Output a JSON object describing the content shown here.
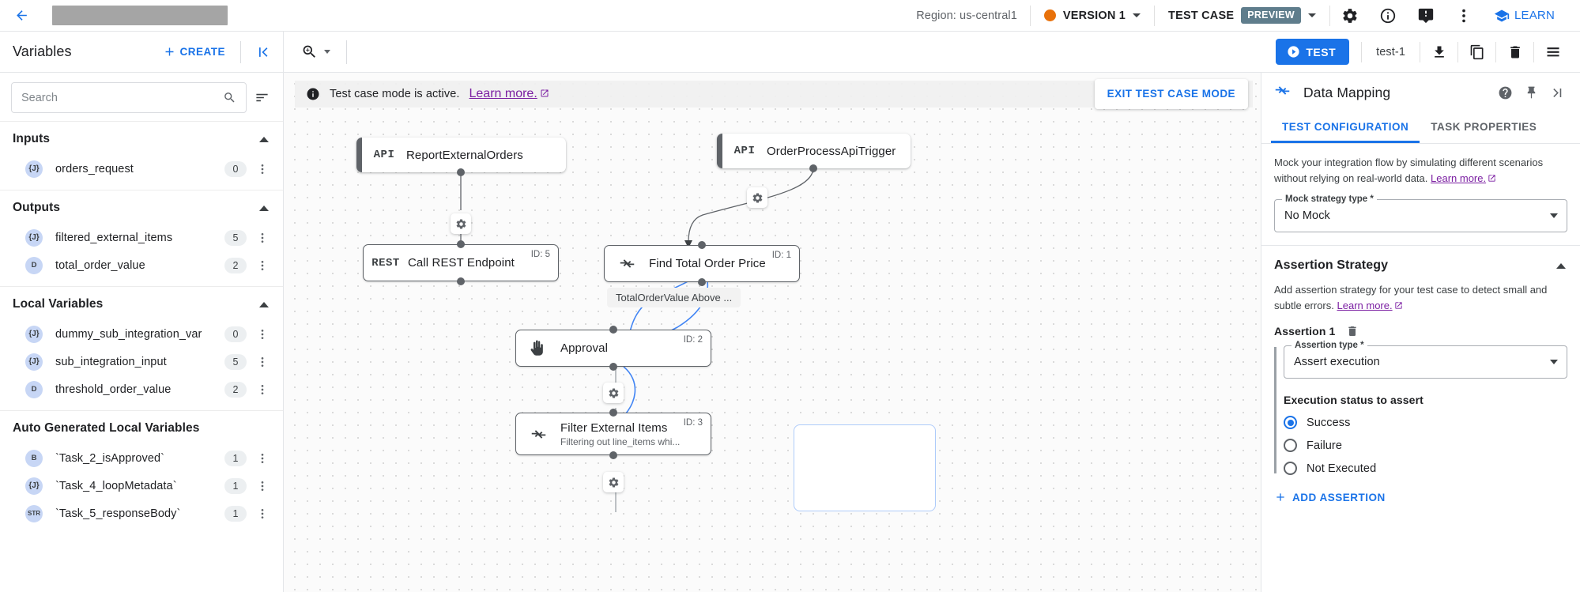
{
  "topbar": {
    "back_icon": "arrow-left-icon",
    "title_redacted": "",
    "region": "Region: us-central1",
    "version_label": "VERSION 1",
    "test_case_label": "TEST CASE",
    "preview_badge": "PREVIEW",
    "settings_icon": "gear-icon",
    "info_icon": "info-icon",
    "feedback_icon": "feedback-icon",
    "more_icon": "more-vert-icon",
    "learn_label": "LEARN",
    "version_dot_color": "#e8710a",
    "preview_badge_color": "#5f7d8c",
    "accent_color": "#1a73e8"
  },
  "subbar": {
    "variables_title": "Variables",
    "create_label": "CREATE",
    "collapse_icon": "collapse-panel-icon",
    "zoom_icon": "zoom-in-icon",
    "test_label": "TEST",
    "test_case_name": "test-1",
    "download_icon": "download-icon",
    "copy_icon": "copy-icon",
    "delete_icon": "trash-icon",
    "list_icon": "list-icon"
  },
  "sidebar": {
    "search": {
      "placeholder": "Search",
      "value": ""
    },
    "filter_icon": "filter-sort-icon",
    "sections": [
      {
        "title": "Inputs",
        "expanded": true,
        "items": [
          {
            "badge": "{J}",
            "badge_type": "json",
            "name": "orders_request",
            "count": "0"
          }
        ]
      },
      {
        "title": "Outputs",
        "expanded": true,
        "items": [
          {
            "badge": "{J}",
            "badge_type": "json",
            "name": "filtered_external_items",
            "count": "5"
          },
          {
            "badge": "D",
            "badge_type": "double",
            "name": "total_order_value",
            "count": "2"
          }
        ]
      },
      {
        "title": "Local Variables",
        "expanded": true,
        "items": [
          {
            "badge": "{J}",
            "badge_type": "json",
            "name": "dummy_sub_integration_var",
            "count": "0"
          },
          {
            "badge": "{J}",
            "badge_type": "json",
            "name": "sub_integration_input",
            "count": "5"
          },
          {
            "badge": "D",
            "badge_type": "double",
            "name": "threshold_order_value",
            "count": "2"
          }
        ]
      },
      {
        "title": "Auto Generated Local Variables",
        "expanded": false,
        "items": [
          {
            "badge": "B",
            "badge_type": "boolean",
            "name": "`Task_2_isApproved`",
            "count": "1"
          },
          {
            "badge": "{J}",
            "badge_type": "json",
            "name": "`Task_4_loopMetadata`",
            "count": "1"
          },
          {
            "badge": "STR",
            "badge_type": "string",
            "name": "`Task_5_responseBody`",
            "count": "1"
          }
        ]
      }
    ]
  },
  "canvas": {
    "banner": {
      "info_icon": "info-filled-icon",
      "text": "Test case mode is active.",
      "link_text": "Learn more.",
      "external_icon": "external-link-icon"
    },
    "exit_button": "EXIT TEST CASE MODE",
    "nodes": [
      {
        "kind": "trigger",
        "icon": "api-icon",
        "icon_text": "API",
        "label": "ReportExternalOrders",
        "sublabel": "",
        "id_text": ""
      },
      {
        "kind": "trigger",
        "icon": "api-icon",
        "icon_text": "API",
        "label": "OrderProcessApiTrigger",
        "sublabel": "",
        "id_text": ""
      },
      {
        "kind": "task",
        "icon": "rest-icon",
        "icon_text": "REST",
        "label": "Call REST Endpoint",
        "sublabel": "",
        "id_text": "ID: 5"
      },
      {
        "kind": "task",
        "icon": "data-mapping-icon",
        "icon_text": "",
        "label": "Find Total Order Price",
        "sublabel": "",
        "id_text": "ID: 1"
      },
      {
        "kind": "task",
        "icon": "approval-hand-icon",
        "icon_text": "",
        "label": "Approval",
        "sublabel": "",
        "id_text": "ID: 2"
      },
      {
        "kind": "task",
        "icon": "data-mapping-icon",
        "icon_text": "",
        "label": "Filter External Items",
        "sublabel": "Filtering out line_items whi...",
        "id_text": "ID: 3"
      }
    ],
    "edge_label": "TotalOrderValue Above ...",
    "gear_icon": "gear-edge-icon"
  },
  "right_panel": {
    "icon": "data-mapping-icon",
    "title": "Data Mapping",
    "help_icon": "help-circle-icon",
    "pin_icon": "pin-icon",
    "expand_icon": "expand-panel-icon",
    "tabs": [
      {
        "label": "TEST CONFIGURATION",
        "active": true
      },
      {
        "label": "TASK PROPERTIES",
        "active": false
      }
    ],
    "mock": {
      "description": "Mock your integration flow by simulating different scenarios without relying on real-world data.",
      "link_text": "Learn more.",
      "field_label": "Mock strategy type *",
      "field_value": "No Mock"
    },
    "assertion": {
      "section_title": "Assertion Strategy",
      "description": "Add assertion strategy for your test case to detect small and subtle errors.",
      "link_text": "Learn more.",
      "item_label": "Assertion 1",
      "delete_icon": "trash-icon",
      "type_label": "Assertion type *",
      "type_value": "Assert execution",
      "exec_title": "Execution status to assert",
      "options": [
        {
          "label": "Success",
          "selected": true
        },
        {
          "label": "Failure",
          "selected": false
        },
        {
          "label": "Not Executed",
          "selected": false
        }
      ],
      "add_label": "ADD ASSERTION",
      "add_icon": "plus-icon"
    }
  }
}
